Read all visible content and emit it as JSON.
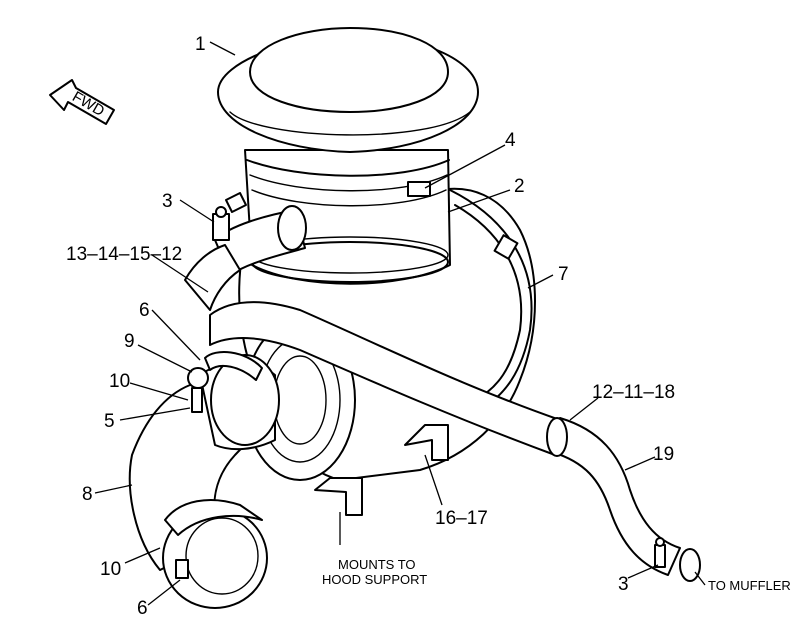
{
  "callouts": {
    "c1": "1",
    "c2": "2",
    "c3_top": "3",
    "c3_bottom": "3",
    "c4": "4",
    "c5": "5",
    "c6_upper": "6",
    "c6_lower": "6",
    "c7": "7",
    "c8": "8",
    "c9": "9",
    "c10_upper": "10",
    "c10_lower": "10",
    "c13_14_15_12": "13–14–15–12",
    "c12_11_18": "12–11–18",
    "c16_17": "16–17",
    "c19": "19"
  },
  "notes": {
    "mounts_line1": "MOUNTS TO",
    "mounts_line2": "HOOD SUPPORT",
    "to_muffler": "TO MUFFLER"
  },
  "direction_arrow": {
    "label": "FWD"
  }
}
